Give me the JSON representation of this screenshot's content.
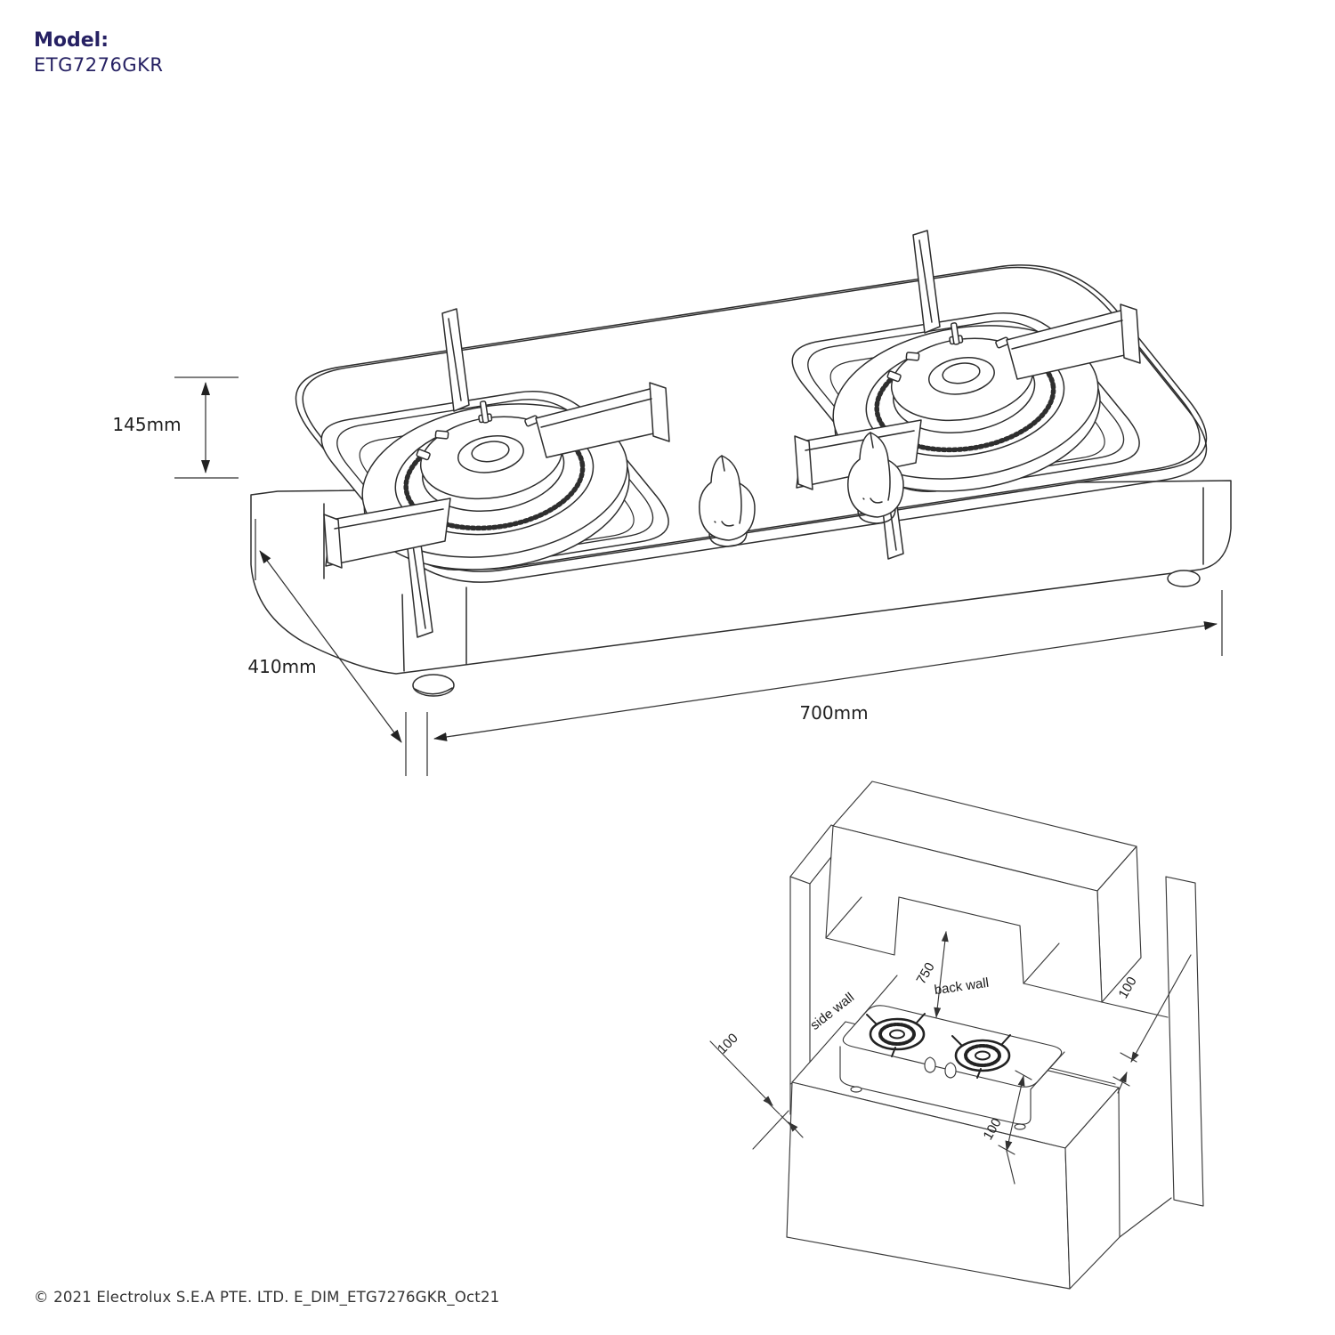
{
  "header": {
    "model_label": "Model:",
    "model_number": "ETG7276GKR"
  },
  "product_drawing": {
    "dim_height_label": "145mm",
    "dim_depth_label": "410mm",
    "dim_width_label": "700mm"
  },
  "installation_diagram": {
    "side_wall_label": "side wall",
    "back_wall_label": "back wall",
    "hood_clearance_label": "750",
    "side_clearance_label": "100",
    "back_clearance_label": "100",
    "front_clearance_label": "100"
  },
  "footer": {
    "copyright_line": "© 2021 Electrolux S.E.A PTE. LTD. E_DIM_ETG7276GKR_Oct21"
  },
  "colors": {
    "brand_navy": "#262163",
    "line_dark": "#2e2e2e",
    "dim_text": "#1f1f1f"
  }
}
